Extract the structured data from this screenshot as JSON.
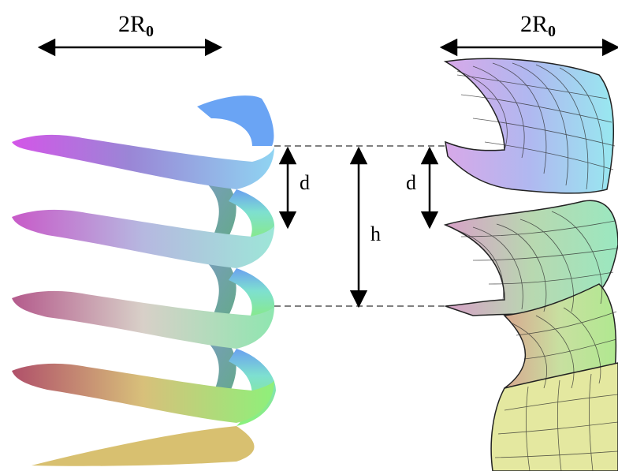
{
  "labels": {
    "left_width_main": "2R",
    "left_width_sub": "0",
    "right_width_main": "2R",
    "right_width_sub": "0",
    "left_pitch": "d",
    "right_pitch": "d",
    "height": "h"
  },
  "colors": {
    "arrow": "#000000",
    "guide": "#808080"
  }
}
